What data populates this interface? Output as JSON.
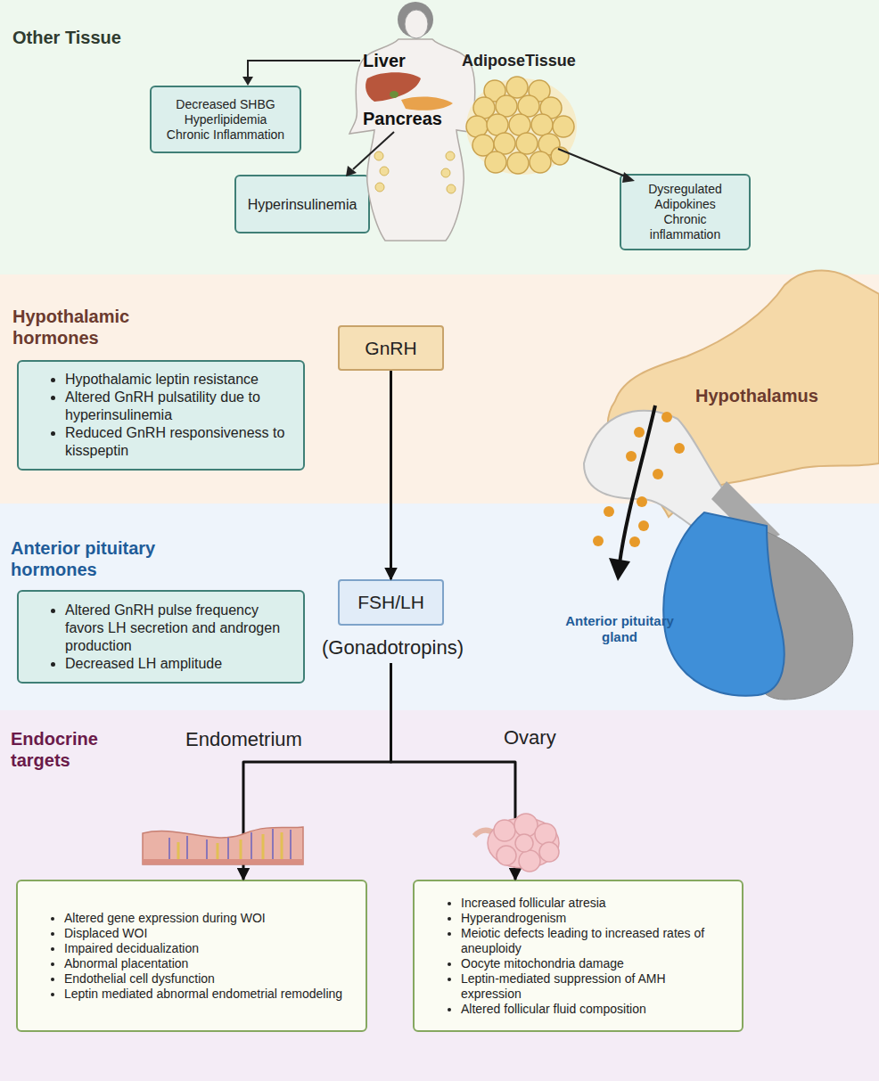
{
  "diagram": {
    "nodes": [
      {
        "text": [
          "Other Tissue"
        ]
      },
      {
        "text": [
          "Decreased SHBG",
          "Hyperlipidemia",
          "Chronic Inflammation"
        ],
        "in": 0
      },
      {
        "text": [
          "Hyperinsulinemia"
        ],
        "in": 0
      },
      {
        "text": [
          "Dysregulated Adipokines",
          "Chronic inflammation"
        ],
        "in": 0
      },
      {
        "text": [
          "Hypothalamic hormones"
        ]
      },
      {
        "text": [
          "Hypothalamic leptin resistance",
          "Altered GnRH pulsatility due to hyperinsulinemia",
          "Reduced GnRH responsiveness to kisspeptin"
        ],
        "in": 4
      },
      {
        "text": [
          "GnRH"
        ],
        "in": 4
      },
      {
        "text": [
          "Anterior pituitary hormones"
        ]
      },
      {
        "text": [
          "Altered GnRH pulse frequency favors LH secretion and androgen production",
          "Decreased LH amplitude"
        ],
        "in": 7
      },
      {
        "text": [
          "FSH/LH",
          "(Gonadotropins)"
        ],
        "in": 7
      },
      {
        "text": [
          "Endocrine targets"
        ]
      },
      {
        "text": [
          "Altered gene expression during WOI",
          "Displaced WOI",
          "Impaired decidualization",
          "Abnormal placentation",
          "Endothelial cell dysfunction",
          "Leptin mediated abnormal endometrial remodeling"
        ],
        "in": 10
      },
      {
        "text": [
          "Increased follicular atresia",
          "Hyperandrogenism",
          "Meiotic defects leading to increased rates of aneuploidy",
          "Oocyte mitochondria damage",
          "Leptin-mediated suppression of AMH expression",
          "Altered follicular fluid composition"
        ],
        "in": 10
      }
    ],
    "edges": [
      {
        "from": 6,
        "to": 9,
        "arrow": "to"
      },
      {
        "from": 9,
        "to": 11,
        "arrow": "to"
      },
      {
        "from": 9,
        "to": 12,
        "arrow": "to"
      }
    ],
    "labels": [
      "Liver",
      "Pancreas",
      "AdiposeTissue",
      "Hypothalamus",
      "Anterior pituitary gland",
      "Endometrium",
      "Ovary"
    ]
  }
}
